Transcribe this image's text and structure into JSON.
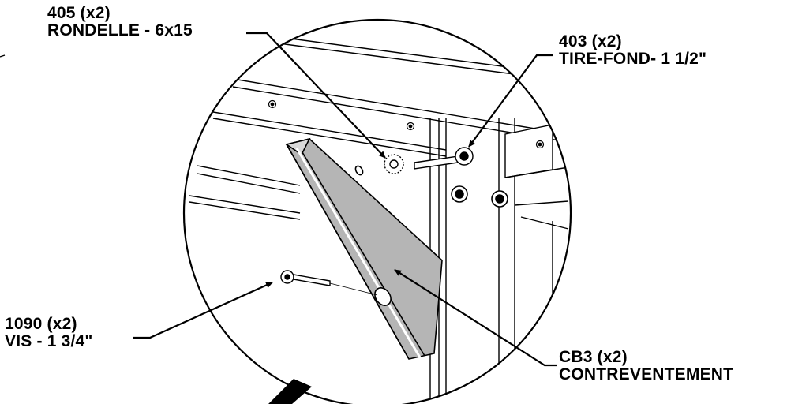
{
  "callouts": {
    "washer": {
      "part": "405 (x2)",
      "name": "RONDELLE - 6x15"
    },
    "lag_screw": {
      "part": "403 (x2)",
      "name": "TIRE-FOND- 1 1/2\""
    },
    "screw": {
      "part": "1090 (x2)",
      "name": "VIS - 1 3/4\""
    },
    "brace": {
      "part": "CB3 (x2)",
      "name": "CONTREVENTEMENT"
    }
  },
  "colors": {
    "line": "#000000",
    "brace_fill": "#b5b5b5",
    "brace_edge": "#d6d6d6",
    "background": "#ffffff"
  }
}
